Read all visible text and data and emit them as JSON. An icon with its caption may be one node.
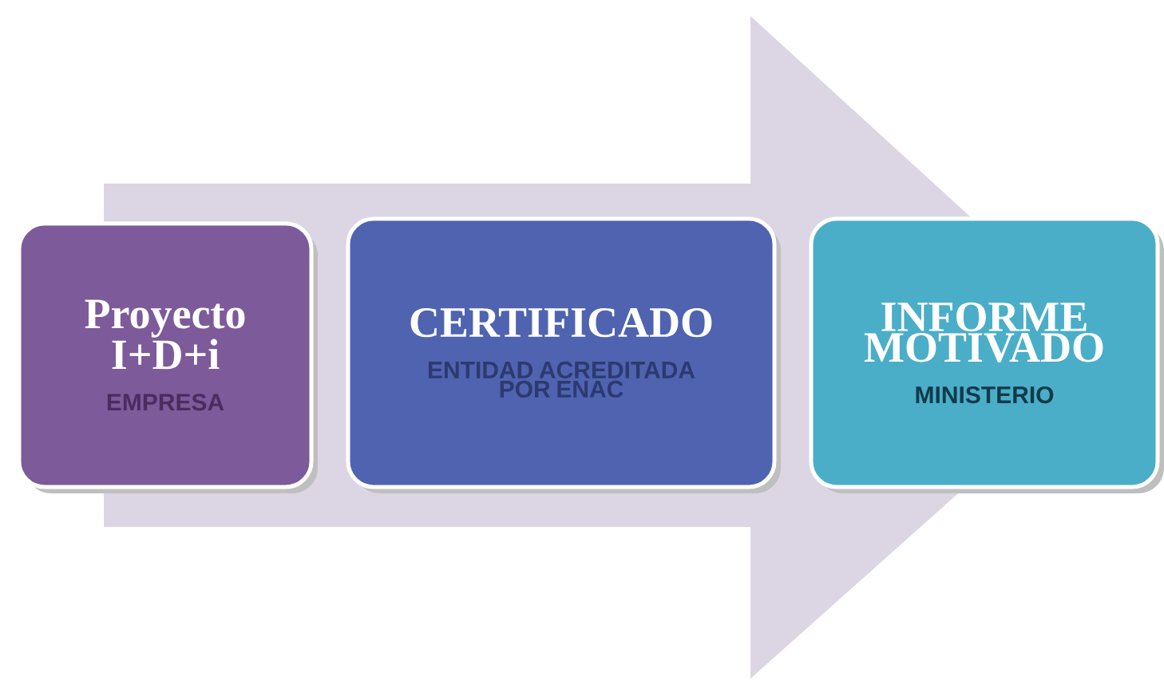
{
  "diagram": {
    "nodes": [
      {
        "text": [
          "Proyecto I+D+i",
          "EMPRESA"
        ]
      },
      {
        "text": [
          "CERTIFICADO",
          "ENTIDAD ACREDITADA POR ENAC"
        ]
      },
      {
        "text": [
          "INFORME MOTIVADO",
          "MINISTERIO"
        ]
      }
    ],
    "edges": [
      {
        "from": 0,
        "to": 2,
        "arrow": "to"
      }
    ]
  }
}
